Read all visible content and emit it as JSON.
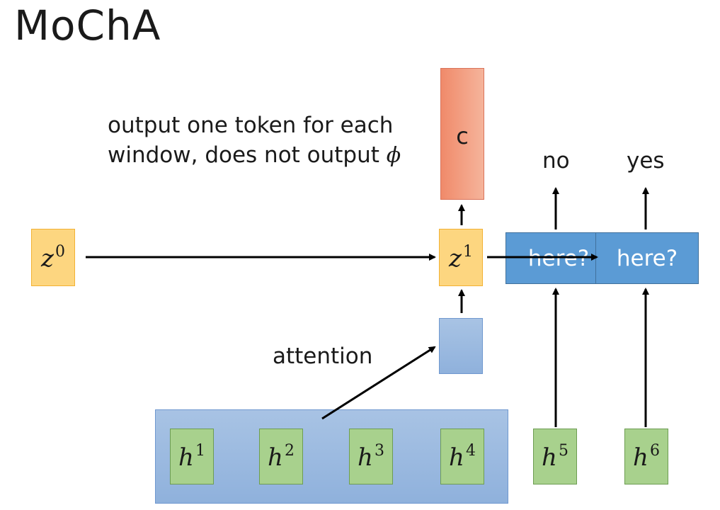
{
  "title": "MoChA",
  "note": {
    "line1": "output one token for each",
    "line2": "window, does not output",
    "symbol": "ϕ"
  },
  "output_token": "c",
  "attention_label": "attention",
  "decoder_states": [
    {
      "base": "z",
      "sup": "0"
    },
    {
      "base": "z",
      "sup": "1"
    }
  ],
  "encoder_states": [
    {
      "base": "h",
      "sup": "1"
    },
    {
      "base": "h",
      "sup": "2"
    },
    {
      "base": "h",
      "sup": "3"
    },
    {
      "base": "h",
      "sup": "4"
    },
    {
      "base": "h",
      "sup": "5"
    },
    {
      "base": "h",
      "sup": "6"
    }
  ],
  "decision_boxes": [
    {
      "label": "here?",
      "result": "no"
    },
    {
      "label": "here?",
      "result": "yes"
    }
  ],
  "colors": {
    "decoder": "#fdd680",
    "encoder": "#a8d18d",
    "window": "#a8c3e4",
    "decision": "#5b9bd5",
    "output": "#f08a6a"
  }
}
